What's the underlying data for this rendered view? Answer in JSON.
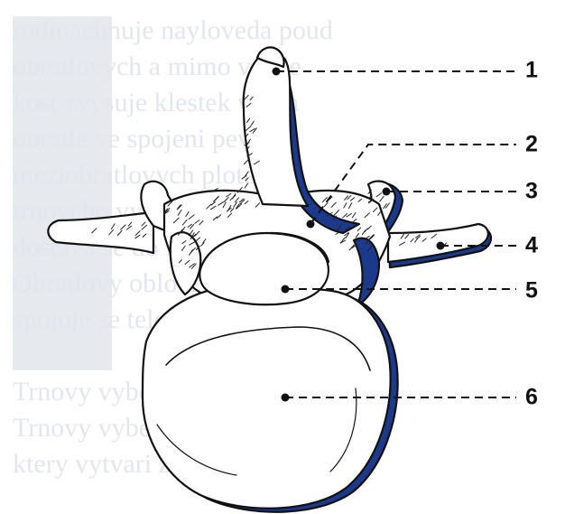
{
  "background_text": [
    "rodmachnuje nayloveda poud",
    "obratlovych a mimo v sole",
    "kost zvysuje klestek vitem",
    "obratle ve spojeni pevnost",
    "meziobratlovych plotenek",
    "trnoveho vybezku obratle",
    "dostava se do konce kaudal",
    "Obratlovy oblouk (arcus)",
    "spojuje se telem obratle",
    "",
    "Trnovy vybezek (processus)",
    "Trnovy vybezek smeruje dorzalne",
    "ktery vytvari zadni hranu"
  ],
  "labels": [
    {
      "number": "1",
      "part": "spinous-process"
    },
    {
      "number": "2",
      "part": "vertebral-arch"
    },
    {
      "number": "3",
      "part": "superior-articular-process"
    },
    {
      "number": "4",
      "part": "transverse-process"
    },
    {
      "number": "5",
      "part": "vertebral-foramen"
    },
    {
      "number": "6",
      "part": "vertebral-body"
    }
  ],
  "colors": {
    "ink": "#1b3a8c",
    "line": "#111111",
    "paper": "#ffffff",
    "background_text": "#e3e6ee"
  }
}
